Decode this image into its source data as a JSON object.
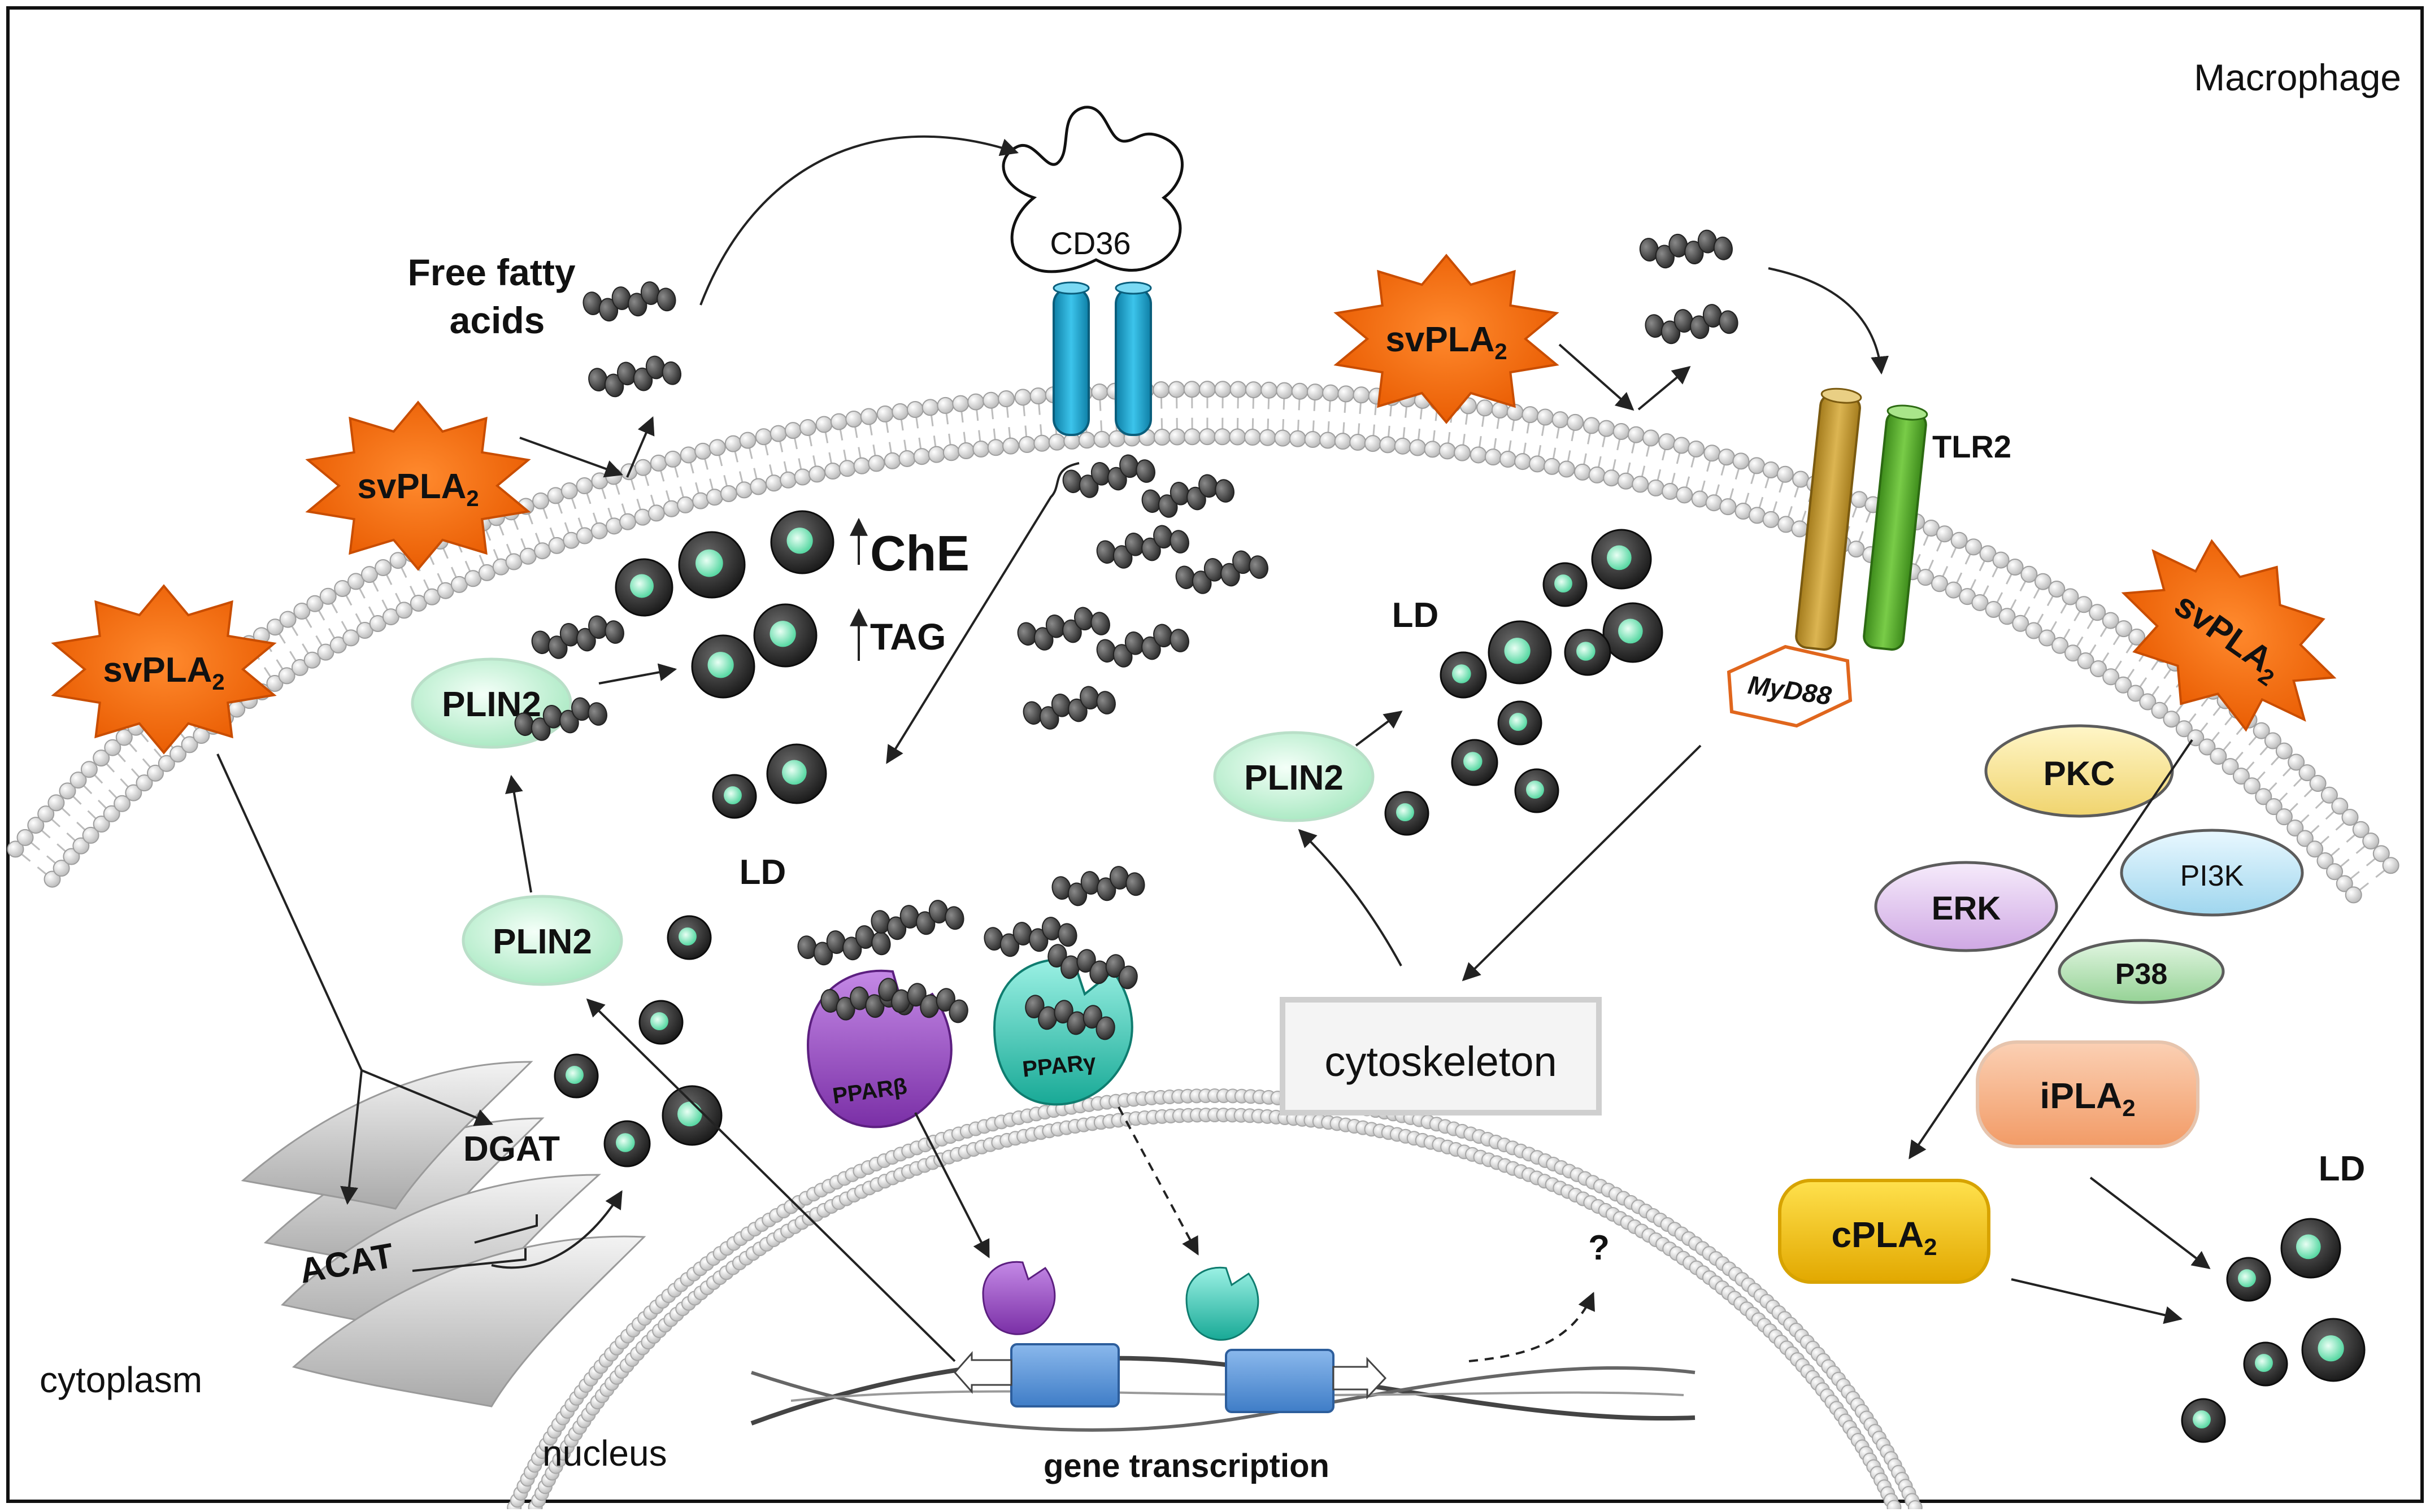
{
  "labels": {
    "macrophage": "Macrophage",
    "cytoplasm": "cytoplasm",
    "nucleus": "nucleus",
    "gene_transcription": "gene transcription",
    "cytoskeleton": "cytoskeleton",
    "free_fatty_acids_line1": "Free fatty",
    "free_fatty_acids_line2": "acids",
    "cd36": "CD36",
    "tlr2": "TLR2",
    "myd88": "MyD88",
    "che": "ChE",
    "tag": "TAG",
    "dgat": "DGAT",
    "acat": "ACAT",
    "ld": "LD",
    "question": "?",
    "svpla2_base": "svPLA",
    "pla2_sub": "2",
    "plin2": "PLIN2",
    "ppar_beta": "PPARβ",
    "ppar_gamma": "PPARγ",
    "pkc": "PKC",
    "pi3k": "PI3K",
    "erk": "ERK",
    "p38": "P38",
    "ipla2_base": "iPLA",
    "cpla2_base": "cPLA"
  },
  "colors": {
    "svpla2_fill": "#f26a10",
    "svpla2_edge": "#c94d00",
    "plin2_fill": "#c9f2d8",
    "cd36_tube": "#1fa3c9",
    "tlr2_gold": "#c9a032",
    "tlr2_green": "#5ab12e",
    "ppar_beta": "#9a4ec0",
    "ppar_gamma": "#22c2b0",
    "pkc": "#f7e59a",
    "pi3k": "#bfe6f5",
    "erk": "#e3c8f0",
    "p38": "#b8e3b8",
    "ipla2": "#f6b38e",
    "cpla2": "#f5c400",
    "membrane_bead": "#e4e4e4",
    "droplet_core": "#8ff0c8",
    "dna_box": "#4f8fd6"
  }
}
